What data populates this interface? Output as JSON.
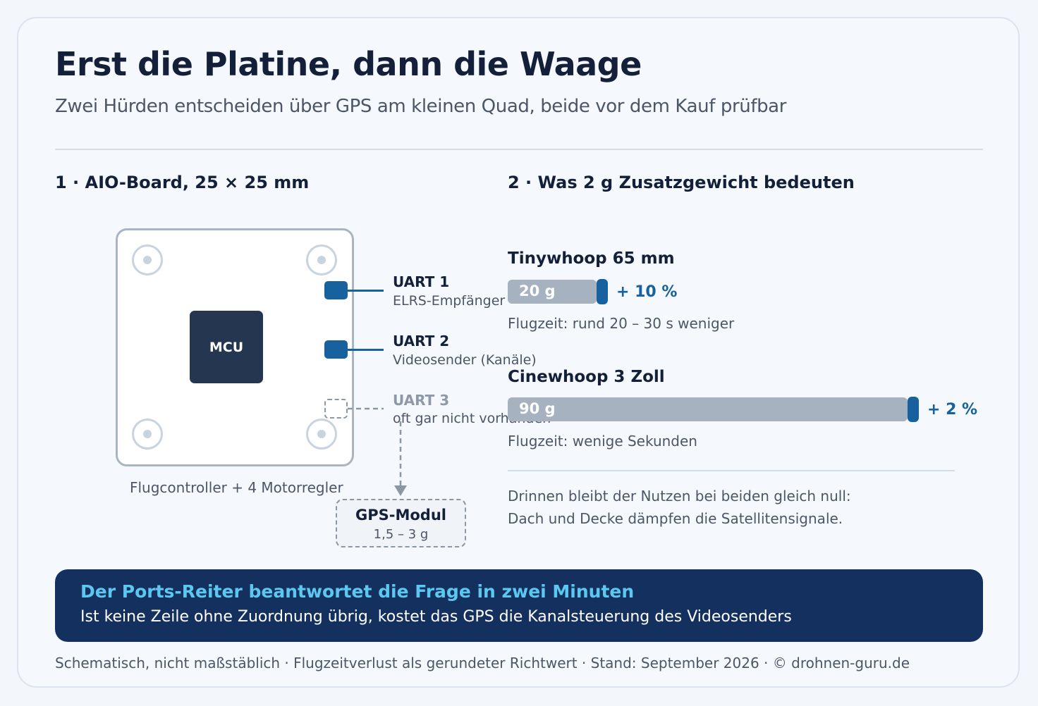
{
  "header": {
    "title": "Erst die Platine, dann die Waage",
    "subtitle": "Zwei Hürden entscheiden über GPS am kleinen Quad, beide vor dem Kauf prüfbar"
  },
  "section1": {
    "heading": "1 · AIO-Board, 25 × 25 mm",
    "mcu_label": "MCU",
    "board_caption": "Flugcontroller + 4 Motorregler",
    "uarts": [
      {
        "name": "UART 1",
        "desc": "ELRS-Empfänger"
      },
      {
        "name": "UART 2",
        "desc": "Videosender (Kanäle)"
      },
      {
        "name": "UART 3",
        "desc": "oft gar nicht vorhanden"
      }
    ],
    "gps": {
      "name": "GPS-Modul",
      "weight": "1,5 – 3 g"
    }
  },
  "section2": {
    "heading": "2 · Was 2 g Zusatzgewicht bedeuten",
    "quads": [
      {
        "name": "Tinywhoop 65 mm",
        "weight_label": "20 g",
        "weight_g": 20,
        "delta": "+ 10 %",
        "flight_time": "Flugzeit: rund 20 – 30 s weniger"
      },
      {
        "name": "Cinewhoop 3 Zoll",
        "weight_label": "90 g",
        "weight_g": 90,
        "delta": "+ 2 %",
        "flight_time": "Flugzeit: wenige Sekunden"
      }
    ],
    "note_line1": "Drinnen bleibt der Nutzen bei beiden gleich null:",
    "note_line2": "Dach und Decke dämpfen die Satellitensignale."
  },
  "banner": {
    "heading": "Der Ports-Reiter beantwortet die Frage in zwei Minuten",
    "text": "Ist keine Zeile ohne Zuordnung übrig, kostet das GPS die Kanalsteuerung des Videosenders"
  },
  "footer": {
    "text": "Schematisch, nicht maßstäblich · Flugzeitverlust als gerundeter Richtwert · Stand: September 2026 · © drohnen-guru.de"
  },
  "colors": {
    "accent": "#17619e",
    "banner_bg": "#14305f",
    "banner_heading": "#5cc8ef",
    "bar": "#a6b2bf",
    "mcu": "#243650"
  }
}
